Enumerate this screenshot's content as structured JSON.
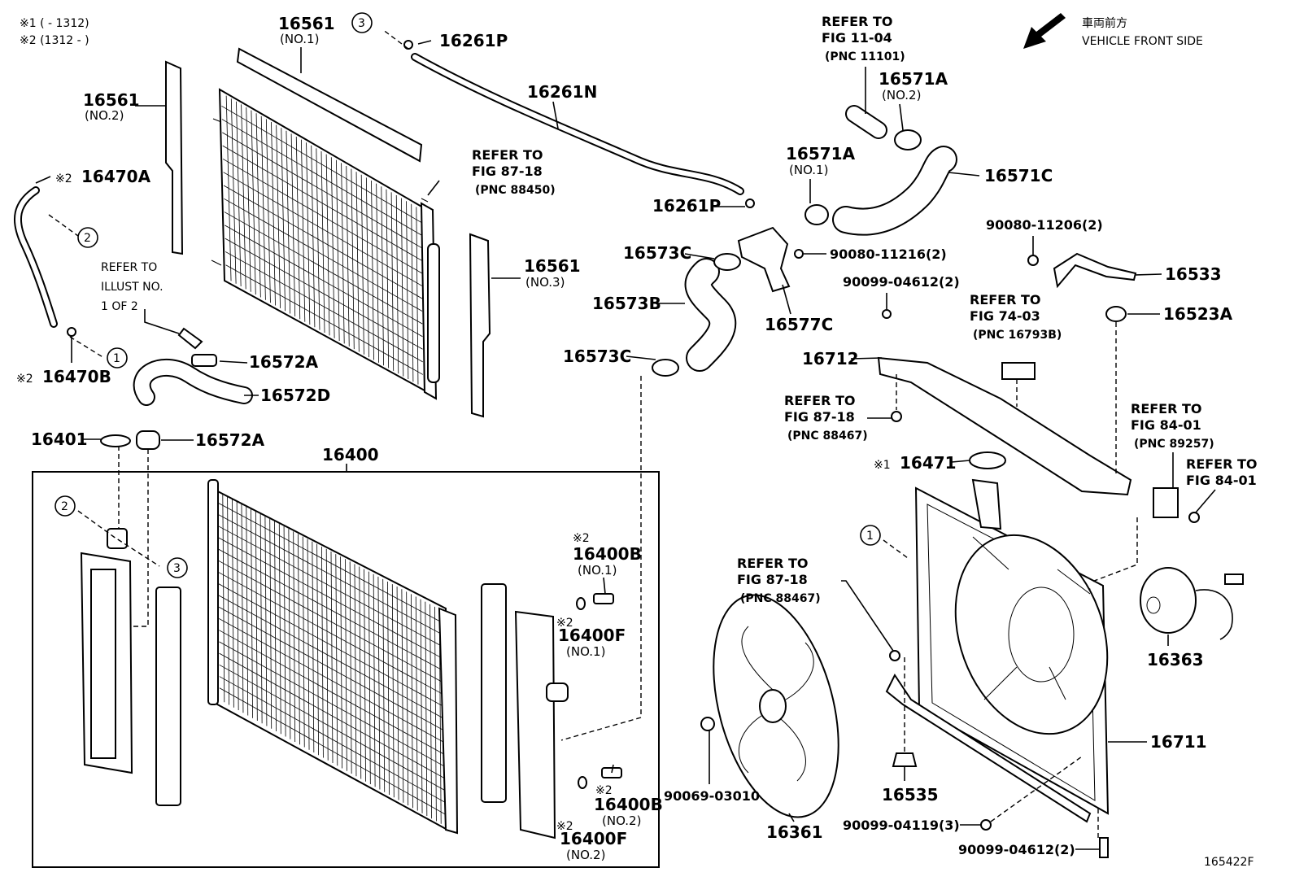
{
  "notes": {
    "note1": "※1 (        - 1312)",
    "note2": "※2 (1312 -        )"
  },
  "direction": {
    "jp": "車両前方",
    "en": "VEHICLE FRONT SIDE"
  },
  "diagram_id": "165422F",
  "labels": {
    "p16561_1": "16561",
    "p16561_1_sub": "(NO.1)",
    "p16561_2": "16561",
    "p16561_2_sub": "(NO.2)",
    "p16561_3": "16561",
    "p16561_3_sub": "(NO.3)",
    "p16261p_top": "16261P",
    "p16261n": "16261N",
    "p16261p_mid": "16261P",
    "p16470a": "16470A",
    "p16470a_mark": "※2",
    "p16470b": "16470B",
    "p16470b_mark": "※2",
    "p16572a_1": "16572A",
    "p16572d": "16572D",
    "p16401": "16401",
    "p16572a_2": "16572A",
    "p16400": "16400",
    "p16571a_2": "16571A",
    "p16571a_2_sub": "(NO.2)",
    "p16571a_1": "16571A",
    "p16571a_1_sub": "(NO.1)",
    "p16571c": "16571C",
    "p16573c_1": "16573C",
    "p16573b": "16573B",
    "p16573c_2": "16573C",
    "p16577c": "16577C",
    "p90080_11216": "90080-11216(2)",
    "p90080_11206": "90080-11206(2)",
    "p16533": "16533",
    "p90099_04612_top": "90099-04612(2)",
    "p16523a": "16523A",
    "p16712": "16712",
    "p16471": "16471",
    "p16471_mark": "※1",
    "p16400b_1": "16400B",
    "p16400b_1_sub": "(NO.1)",
    "p16400b_1_mark": "※2",
    "p16400f_1": "16400F",
    "p16400f_1_sub": "(NO.1)",
    "p16400f_1_mark": "※2",
    "p16400b_2": "16400B",
    "p16400b_2_sub": "(NO.2)",
    "p16400b_2_mark": "※2",
    "p16400f_2": "16400F",
    "p16400f_2_sub": "(NO.2)",
    "p16400f_2_mark": "※2",
    "p16363": "16363",
    "p16711": "16711",
    "p16535": "16535",
    "p90069_03010": "90069-03010",
    "p16361": "16361",
    "p90099_04119": "90099-04119(3)",
    "p90099_04612_bot": "90099-04612(2)"
  },
  "refs": {
    "r1": [
      "REFER TO",
      "FIG 11-04",
      "(PNC 11101)"
    ],
    "r2": [
      "REFER TO",
      "FIG 87-18",
      "(PNC 88450)"
    ],
    "r3": [
      "REFER TO",
      "ILLUST NO.",
      "1 OF 2"
    ],
    "r4": [
      "REFER TO",
      "FIG 74-03",
      "(PNC 16793B)"
    ],
    "r5": [
      "REFER TO",
      "FIG 87-18",
      "(PNC 88467)"
    ],
    "r6": [
      "REFER TO",
      "FIG 84-01",
      "(PNC 89257)"
    ],
    "r7": [
      "REFER TO",
      "FIG 84-01"
    ],
    "r8": [
      "REFER TO",
      "FIG 87-18",
      "(PNC 88467)"
    ]
  },
  "callouts": [
    "1",
    "2",
    "3"
  ]
}
